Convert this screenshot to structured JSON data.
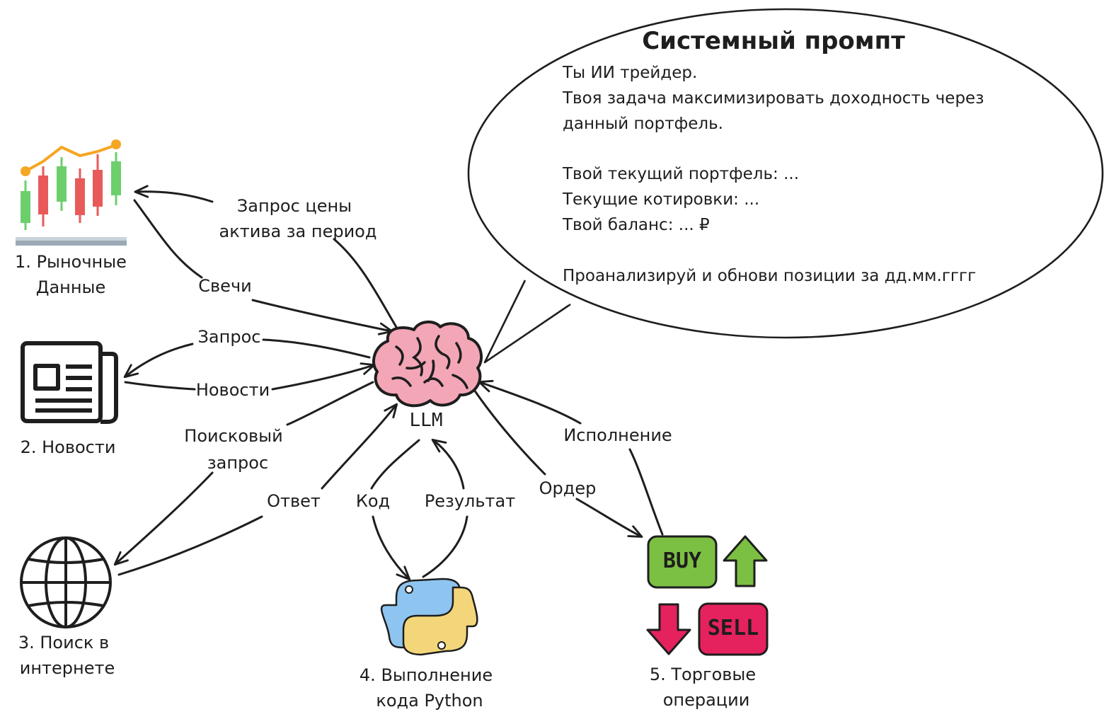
{
  "system_prompt": {
    "title": "Системный промпт",
    "lines": [
      "Ты ИИ трейдер.",
      "Твоя задача максимизировать доходность через",
      "данный портфель.",
      "Твой текущий портфель: ...",
      "Текущие котировки: ...",
      "Твой баланс: ... ₽",
      "Проанализируй и обнови позиции за дд.мм.гггг"
    ]
  },
  "center": {
    "label": "LLM"
  },
  "nodes": {
    "market": {
      "line1": "1. Рыночные",
      "line2": "Данные"
    },
    "news": {
      "label": "2. Новости"
    },
    "search": {
      "line1": "3. Поиск в",
      "line2": "интернете"
    },
    "python": {
      "line1": "4. Выполнение",
      "line2": "кода Python"
    },
    "trading": {
      "line1": "5. Торговые",
      "line2": "операции",
      "buy": "BUY",
      "sell": "SELL"
    }
  },
  "edges": {
    "price_request": {
      "line1": "Запрос цены",
      "line2": "актива за период"
    },
    "candles": "Свечи",
    "news_request": "Запрос",
    "news_response": "Новости",
    "search_query": {
      "line1": "Поисковый",
      "line2": "запрос"
    },
    "search_answer": "Ответ",
    "code": "Код",
    "result": "Результат",
    "order": "Ордер",
    "execution": "Исполнение"
  },
  "colors": {
    "green": "#7cc043",
    "red": "#e5225e",
    "brain": "#f3a6b6",
    "candle_green": "#6ccf6c",
    "candle_red": "#e85a5a",
    "trend": "#f5a623",
    "python_blue": "#8ec5f0",
    "python_yellow": "#f4d67a"
  }
}
